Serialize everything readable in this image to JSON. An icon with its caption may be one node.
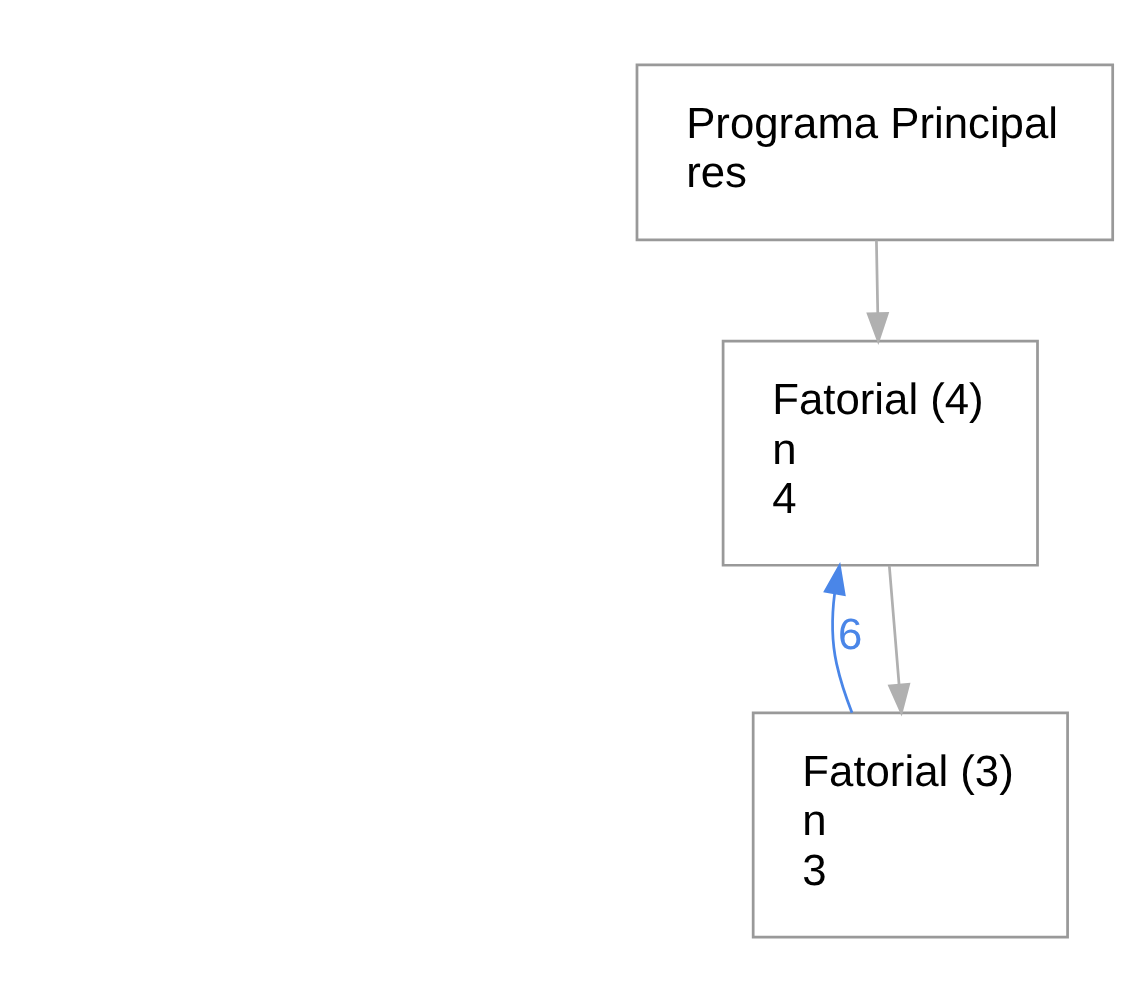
{
  "diagram": {
    "nodes": [
      {
        "text": [
          "Programa Principal",
          "res"
        ]
      },
      {
        "text": [
          "Fatorial (4)",
          "n",
          "4"
        ]
      },
      {
        "text": [
          "Fatorial (3)",
          "n",
          "3"
        ]
      }
    ],
    "edges": [
      {
        "from": 0,
        "to": 1,
        "arrow": "to"
      },
      {
        "from": 1,
        "to": 2,
        "arrow": "to"
      },
      {
        "from": 2,
        "to": 1,
        "arrow": "to",
        "label": "6",
        "color": "#4a86e8"
      }
    ]
  }
}
